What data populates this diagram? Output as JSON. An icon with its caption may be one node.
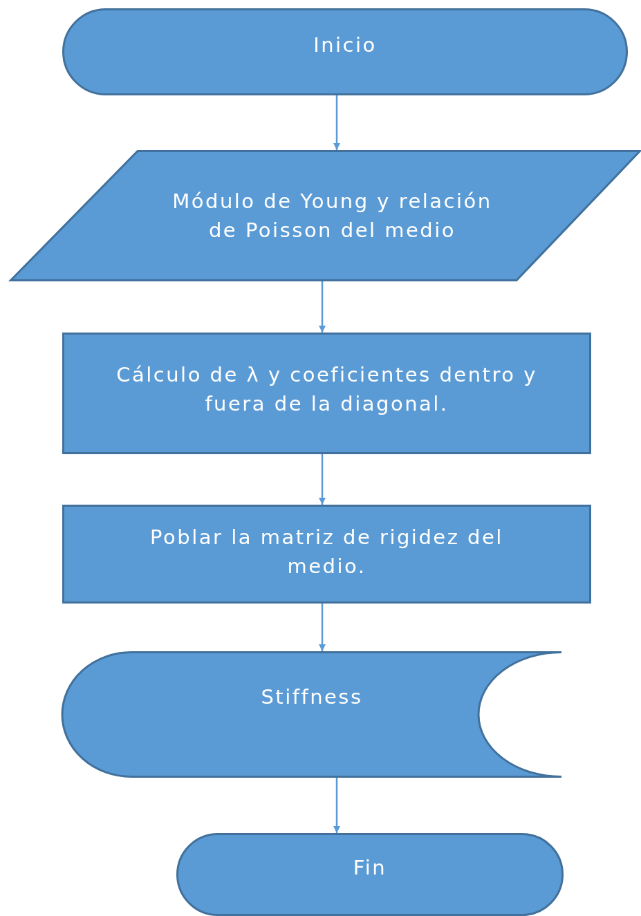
{
  "diagram": {
    "nodes": [
      {
        "text": [
          "Inicio"
        ]
      },
      {
        "text": [
          "Módulo de Young y relación de Poisson del medio"
        ]
      },
      {
        "text": [
          "Cálculo de λ y coeficientes dentro y fuera de la diagonal."
        ]
      },
      {
        "text": [
          "Poblar la matriz de rigidez del medio."
        ]
      },
      {
        "text": [
          "Stiffness"
        ]
      },
      {
        "text": [
          "Fin"
        ]
      }
    ],
    "edges": [
      {
        "from": 0,
        "to": 1,
        "arrow": "to"
      },
      {
        "from": 1,
        "to": 2,
        "arrow": "to"
      },
      {
        "from": 2,
        "to": 3,
        "arrow": "to"
      },
      {
        "from": 3,
        "to": 4,
        "arrow": "to"
      },
      {
        "from": 4,
        "to": 5,
        "arrow": "to"
      }
    ]
  }
}
